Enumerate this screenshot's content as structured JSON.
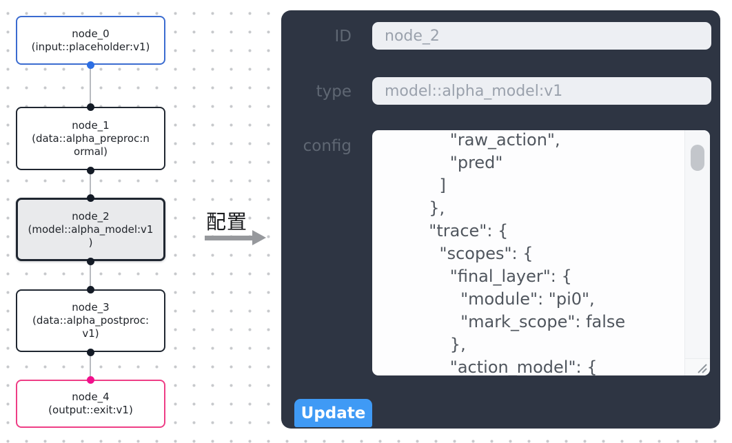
{
  "canvas": {
    "nodes": [
      {
        "title": "node_0",
        "subtitle_lines": [
          "(input::placeholder:v1)"
        ],
        "accent": "blue",
        "selected": false
      },
      {
        "title": "node_1",
        "subtitle_lines": [
          "(data::alpha_preproc:n",
          "ormal)"
        ],
        "accent": "dark",
        "selected": false
      },
      {
        "title": "node_2",
        "subtitle_lines": [
          "(model::alpha_model:v1",
          ")"
        ],
        "accent": "dark",
        "selected": true
      },
      {
        "title": "node_3",
        "subtitle_lines": [
          "(data::alpha_postproc:",
          "v1)"
        ],
        "accent": "dark",
        "selected": false
      },
      {
        "title": "node_4",
        "subtitle_lines": [
          "(output::exit:v1)"
        ],
        "accent": "pink",
        "selected": false
      }
    ]
  },
  "transfer": {
    "label": "配置"
  },
  "panel": {
    "id_field": {
      "label": "ID",
      "value": "node_2"
    },
    "type_field": {
      "label": "type",
      "value": "model::alpha_model:v1"
    },
    "config_field": {
      "label": "config",
      "visible_lines": [
        "              \"raw_action\",",
        "              \"pred\"",
        "            ]",
        "          },",
        "          \"trace\": {",
        "            \"scopes\": {",
        "              \"final_layer\": {",
        "                \"module\": \"pi0\",",
        "                \"mark_scope\": false",
        "              },",
        "              \"action_model\": {"
      ]
    },
    "update_label": "Update"
  },
  "colors": {
    "panel_bg": "#2e3543",
    "button_blue": "#3f9af5",
    "node_border_dark": "#1f2630",
    "node_border_blue": "#3a6bd0",
    "node_border_pink": "#ee3d85",
    "port_blue": "#2c6ee4",
    "port_pink": "#f1108c",
    "port_dark": "#141b26",
    "selected_node_bg": "#e9eaec",
    "edge_gray": "#b7babf",
    "input_bg": "#edeff3",
    "grid_dot": "#c7c9cc"
  }
}
